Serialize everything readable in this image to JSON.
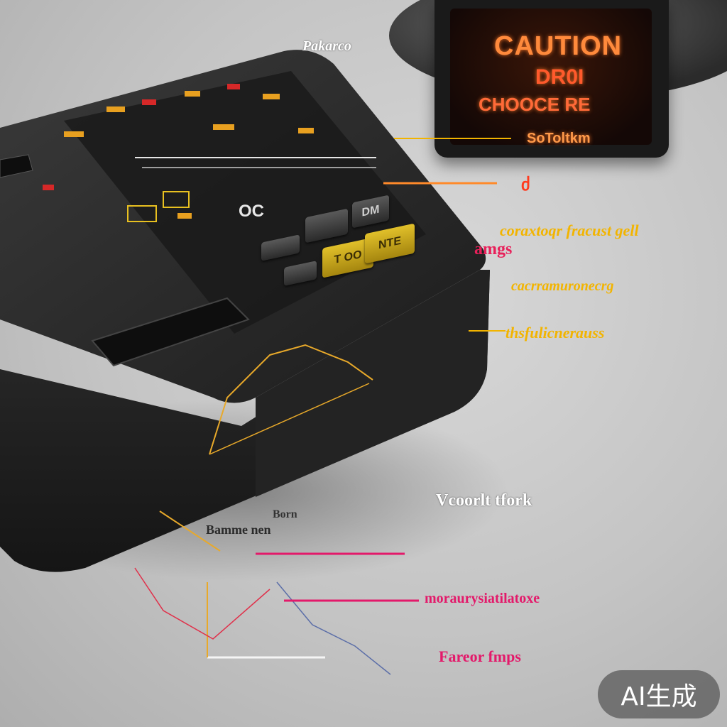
{
  "monitor": {
    "title": "CAUTION",
    "line2": "DR0I",
    "line3": "CHOOCE RE",
    "footer": "SoToltkm"
  },
  "device": {
    "label_oc": "OC",
    "button_yellow_left": "T OO",
    "button_yellow_right": "NTE",
    "button_dark_right": "DM"
  },
  "annotations": {
    "top": "Pakarco",
    "orange_mark": "ძ",
    "yellow_1": "coraxtoqr fracust gell",
    "pink_amgs": "amgs",
    "yellow_2": "cacrramuronecrg",
    "yellow_3": "thsfulicnerauss",
    "white": "Vcoorlt tfork",
    "born": "Born",
    "bamm": "Bamme nen",
    "pink_1": "moraurysiatilatoxe",
    "pink_2": "Fareor fmps"
  },
  "watermark": {
    "text": "AI生成"
  },
  "colors": {
    "accent_orange": "#ff8a3c",
    "accent_yellow": "#f2b400",
    "accent_pink": "#e3196a",
    "device_body": "#2a2a2a"
  }
}
